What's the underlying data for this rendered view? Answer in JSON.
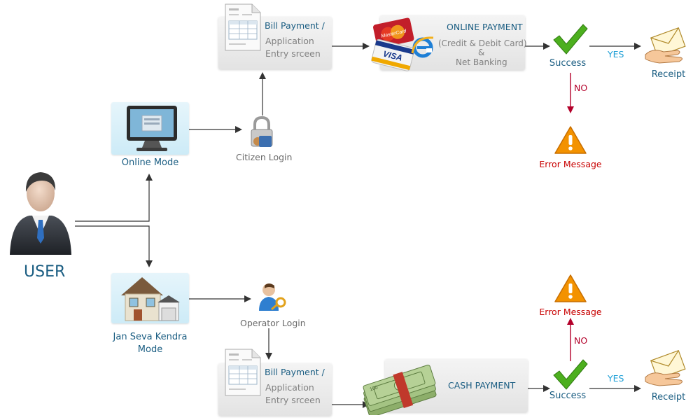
{
  "user": {
    "label": "USER"
  },
  "online": {
    "mode_label": "Online Mode",
    "login_label": "Citizen Login",
    "bill_title": "Bill Payment /",
    "bill_sub1": "Application",
    "bill_sub2": "Entry srceen",
    "payment_title": "ONLINE PAYMENT",
    "payment_sub1": "(Credit & Debit Card)",
    "payment_sub2": "&",
    "payment_sub3": "Net Banking",
    "success_label": "Success",
    "yes_label": "YES",
    "no_label": "NO",
    "receipt_label": "Receipt",
    "error_label": "Error Message"
  },
  "offline": {
    "mode_label_1": "Jan Seva Kendra",
    "mode_label_2": "Mode",
    "login_label": "Operator Login",
    "bill_title": "Bill Payment /",
    "bill_sub1": "Application",
    "bill_sub2": "Entry srceen",
    "payment_title": "CASH PAYMENT",
    "success_label": "Success",
    "yes_label": "YES",
    "no_label": "NO",
    "receipt_label": "Receipt",
    "error_label": "Error Message"
  },
  "icons": [
    "user-icon",
    "monitor-icon",
    "house-icon",
    "lock-icon",
    "operator-icon",
    "invoice-icon",
    "credit-card-icon",
    "browser-icon",
    "cash-icon",
    "checkmark-icon",
    "warning-icon",
    "envelope-hand-icon"
  ],
  "colors": {
    "label_blue": "#1a5d82",
    "error_red": "#c80000",
    "yes_blue": "#1e9fd6",
    "no_arrow": "#b3002a",
    "check_green": "#4caf1e",
    "warning_orange": "#f08a00"
  }
}
